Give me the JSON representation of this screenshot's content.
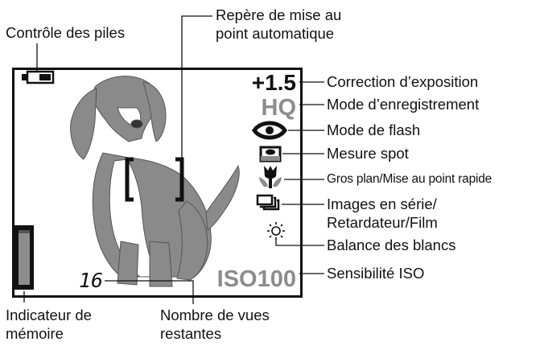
{
  "lcd": {
    "exposure_value": "+1.5",
    "quality_value": "HQ",
    "iso_value": "ISO100",
    "frames_value": "16"
  },
  "labels": {
    "battery": "Contrôle des piles",
    "af_line1": "Repère de mise au",
    "af_line2": "point automatique",
    "exposure": "Correction d’exposition",
    "record": "Mode d’enregistrement",
    "flash": "Mode de flash",
    "spot": "Mesure spot",
    "macro": "Gros plan/Mise au point rapide",
    "series_line1": "Images en série/",
    "series_line2": "Retardateur/Film",
    "wb": "Balance des blancs",
    "iso": "Sensibilité ISO",
    "memory_line1": "Indicateur de",
    "memory_line2": "mémoire",
    "frames_line1": "Nombre de vues",
    "frames_line2": "restantes"
  },
  "icons": [
    "battery-icon",
    "af-bracket-icon",
    "eye-flash-icon",
    "spot-meter-icon",
    "tulip-macro-icon",
    "drive-mode-icon",
    "sun-wb-icon",
    "memory-bar-icon"
  ],
  "colors": {
    "frame": "#111111",
    "indicator_gray": "#8c8c8c",
    "dog_gray": "#8a8a8a"
  }
}
